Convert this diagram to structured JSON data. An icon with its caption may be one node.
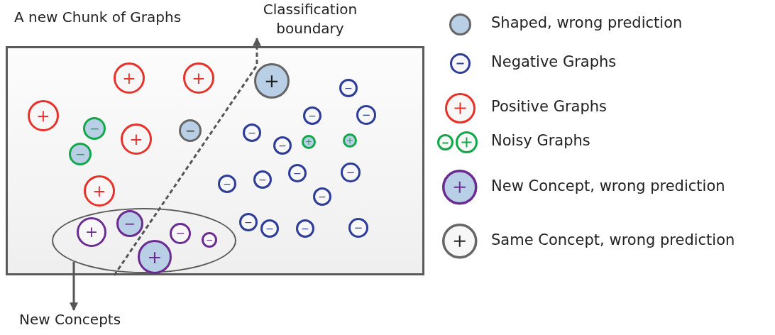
{
  "diagram": {
    "nodes": [
      {
        "text": [
          "A new Chunk of Graphs"
        ]
      },
      {
        "text": [
          "+"
        ],
        "in": 0
      },
      {
        "text": [
          "+"
        ],
        "in": 0
      },
      {
        "text": [
          "+"
        ],
        "in": 0
      },
      {
        "text": [
          "−"
        ],
        "in": 0
      },
      {
        "text": [
          "+"
        ],
        "in": 0
      },
      {
        "text": [
          "−"
        ],
        "in": 0
      },
      {
        "text": [
          "−"
        ],
        "in": 0
      },
      {
        "text": [
          "−"
        ],
        "in": 0
      },
      {
        "text": [
          "−"
        ],
        "in": 0
      },
      {
        "text": [
          "−"
        ],
        "in": 0
      },
      {
        "text": [
          "+"
        ],
        "in": 0
      },
      {
        "text": [
          "+"
        ],
        "in": 0
      },
      {
        "text": [
          "+"
        ],
        "in": 0
      },
      {
        "text": [
          "−"
        ],
        "in": 0
      },
      {
        "text": [
          "−"
        ],
        "in": 0
      },
      {
        "text": [
          "−"
        ],
        "in": 0
      },
      {
        "text": [
          "−"
        ],
        "in": 0
      },
      {
        "text": [
          "−"
        ],
        "in": 0
      },
      {
        "text": [
          "−"
        ],
        "in": 0
      },
      {
        "text": [
          "+"
        ],
        "in": 0
      },
      {
        "text": [
          "−"
        ],
        "in": 0
      },
      {
        "text": [
          "−"
        ],
        "in": 0
      },
      {
        "text": [
          "−"
        ],
        "in": 0
      },
      {
        "text": [
          "−"
        ],
        "in": 0
      },
      {
        "text": [
          "−"
        ],
        "in": 0
      },
      {
        "text": [],
        "shape": "ellipse",
        "in": 0
      },
      {
        "text": [
          "−"
        ],
        "in": 26
      },
      {
        "text": [
          "+"
        ],
        "in": 26
      },
      {
        "text": [
          "−"
        ],
        "in": 26
      },
      {
        "text": [
          "−"
        ],
        "in": 26
      },
      {
        "text": [
          "+"
        ],
        "in": 26
      },
      {
        "text": [
          "Classification boundary"
        ]
      },
      {
        "text": [
          "New Concepts"
        ]
      }
    ],
    "edges": [
      {
        "from": 0,
        "to": 32,
        "arrow": "to",
        "style": "dashed"
      },
      {
        "from": 26,
        "to": 33,
        "arrow": "to"
      }
    ],
    "legend": [
      {
        "text": "Shaped, wrong prediction"
      },
      {
        "text": "Negative Graphs"
      },
      {
        "text": "Positive Graphs"
      },
      {
        "text": "Noisy Graphs"
      },
      {
        "text": "New Concept, wrong prediction"
      },
      {
        "text": "Same Concept, wrong prediction"
      }
    ]
  }
}
